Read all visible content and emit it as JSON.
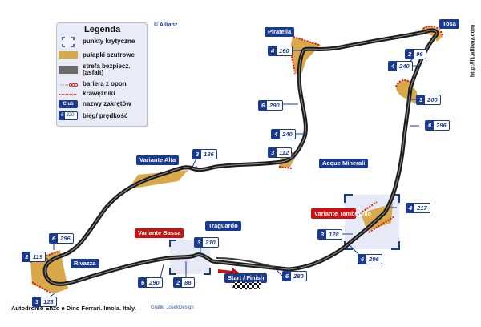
{
  "copyright": "© Allianz",
  "url": "http://f1.allianz.com",
  "caption": "Autodromo Enzo e Dino Ferrari. Imola. Italy.",
  "credit": "Grafik: JosekDesign",
  "colors": {
    "track": "#1b1b1b",
    "gravel": "#d9a84a",
    "asphalt_runoff": "#6a6a6a",
    "kerb": "#d41b1b",
    "label_blue": "#1a3a92",
    "label_red": "#cc1010",
    "critical_zone": "#e6eaf6"
  },
  "legend": {
    "title": "Legenda",
    "items": [
      {
        "icon": "critical-point-icon",
        "label": "punkty krytyczne"
      },
      {
        "icon": "gravel-trap-icon",
        "label": "pułapki szutrowe"
      },
      {
        "icon": "asphalt-runoff-icon",
        "label": "strefa bezpiecz. (asfalt)"
      },
      {
        "icon": "tyre-barrier-icon",
        "label": "bariera z opon"
      },
      {
        "icon": "kerb-icon",
        "label": "krawężniki"
      },
      {
        "icon": "corner-name-icon",
        "label": "nazwy zakrętów",
        "sample": "Club"
      },
      {
        "icon": "gear-speed-icon",
        "label": "bieg/ prędkość",
        "sample_gear": "6",
        "sample_speed": "320"
      }
    ]
  },
  "corners": [
    {
      "name": "Piratella",
      "color": "blue"
    },
    {
      "name": "Tosa",
      "color": "blue"
    },
    {
      "name": "Acque Minerali",
      "color": "blue"
    },
    {
      "name": "Variante Alta",
      "color": "blue"
    },
    {
      "name": "Variante Tamburello",
      "color": "red"
    },
    {
      "name": "Variante Bassa",
      "color": "red"
    },
    {
      "name": "Traguardo",
      "color": "blue"
    },
    {
      "name": "Rivazza",
      "color": "blue"
    },
    {
      "name": "Start / Finish",
      "color": "blue"
    }
  ],
  "gear_speed": [
    {
      "gear": "4",
      "speed": "160"
    },
    {
      "gear": "2",
      "speed": "96"
    },
    {
      "gear": "4",
      "speed": "240"
    },
    {
      "gear": "3",
      "speed": "200"
    },
    {
      "gear": "6",
      "speed": "296"
    },
    {
      "gear": "6",
      "speed": "290"
    },
    {
      "gear": "4",
      "speed": "240"
    },
    {
      "gear": "3",
      "speed": "112"
    },
    {
      "gear": "3",
      "speed": "136"
    },
    {
      "gear": "4",
      "speed": "217"
    },
    {
      "gear": "3",
      "speed": "128"
    },
    {
      "gear": "6",
      "speed": "296"
    },
    {
      "gear": "3",
      "speed": "210"
    },
    {
      "gear": "6",
      "speed": "290"
    },
    {
      "gear": "2",
      "speed": "88"
    },
    {
      "gear": "6",
      "speed": "280"
    },
    {
      "gear": "6",
      "speed": "296"
    },
    {
      "gear": "3",
      "speed": "119"
    },
    {
      "gear": "3",
      "speed": "128"
    }
  ]
}
